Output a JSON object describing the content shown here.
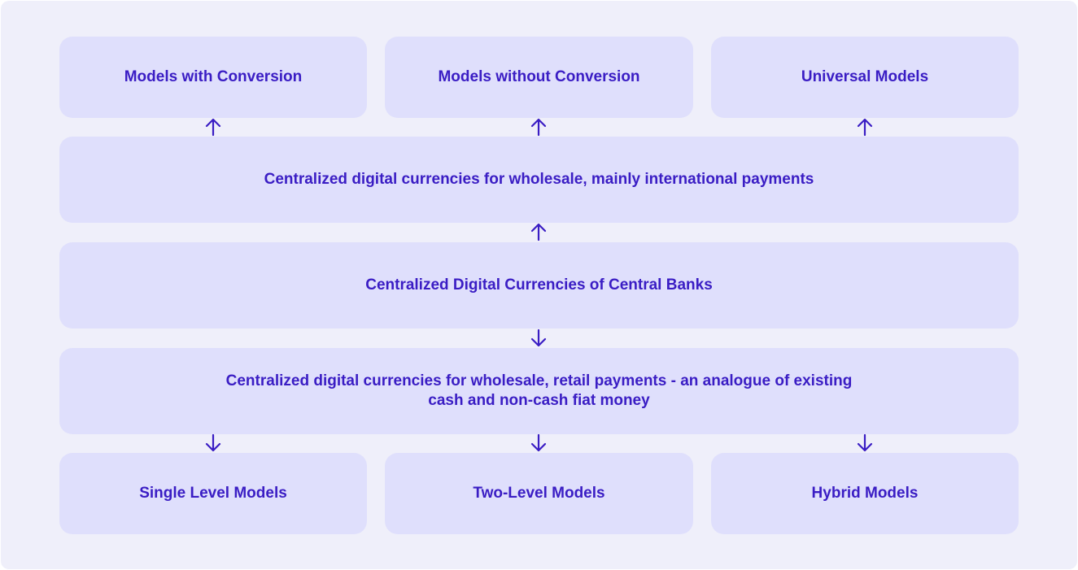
{
  "diagram": {
    "top_row": {
      "left": "Models with Conversion",
      "center": "Models without Conversion",
      "right": "Universal Models"
    },
    "wholesale_international": "Centralized digital currencies for wholesale, mainly international payments",
    "central_banks": "Centralized Digital Currencies of Central Banks",
    "wholesale_retail": {
      "line1": "Centralized digital currencies for wholesale, retail payments - an analogue of existing",
      "line2": "cash and non-cash fiat money"
    },
    "bottom_row": {
      "left": "Single Level Models",
      "center": "Two-Level Models",
      "right": "Hybrid Models"
    }
  },
  "colors": {
    "background": "#efeffa",
    "box": "#dfdffc",
    "text": "#3a1dc4",
    "arrow": "#3a1dc4"
  },
  "icons": {
    "up_arrow": "arrow-up-icon",
    "down_arrow": "arrow-down-icon"
  }
}
